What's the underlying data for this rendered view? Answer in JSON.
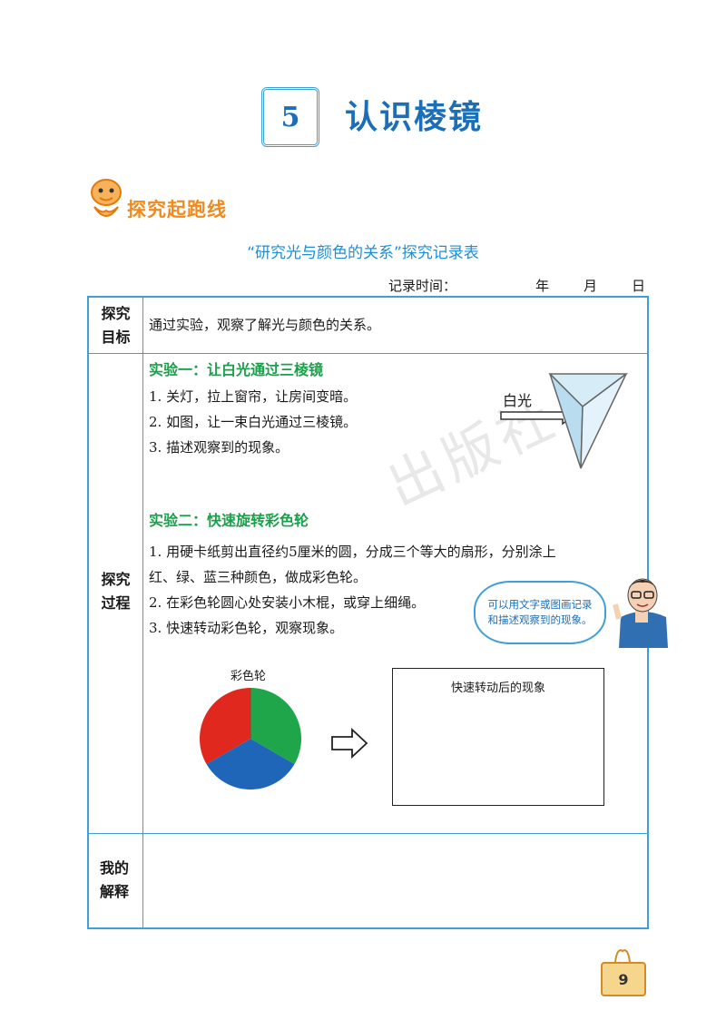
{
  "chapter": {
    "number": "5",
    "title": "认识棱镜"
  },
  "section_label": "探究起跑线",
  "table_title": "“研究光与颜色的关系”探究记录表",
  "record": {
    "label": "记录时间：",
    "year": "年",
    "month": "月",
    "day": "日"
  },
  "rows": {
    "goal": {
      "label1": "探究",
      "label2": "目标",
      "text": "通过实验，观察了解光与颜色的关系。"
    },
    "process": {
      "label1": "探究",
      "label2": "过程",
      "exp1": {
        "title": "实验一：让白光通过三棱镜",
        "steps": [
          "1. 关灯，拉上窗帘，让房间变暗。",
          "2. 如图，让一束白光通过三棱镜。",
          "3. 描述观察到的现象。"
        ],
        "arrow_label": "白光"
      },
      "exp2": {
        "title": "实验二：快速旋转彩色轮",
        "steps": [
          "1. 用硬卡纸剪出直径约5厘米的圆，分成三个等大的扇形，分别涂上",
          "红、绿、蓝三种颜色，做成彩色轮。",
          "2. 在彩色轮圆心处安装小木棍，或穿上细绳。",
          "3. 快速转动彩色轮，观察现象。"
        ],
        "wheel_label": "彩色轮",
        "result_label": "快速转动后的现象",
        "bubble_text": "可以用文字或图画记录和描述观察到的现象。"
      }
    },
    "explain": {
      "label1": "我的",
      "label2": "解释"
    }
  },
  "wheel_colors": {
    "red": "#e0281e",
    "green": "#1fa64a",
    "blue": "#1f66b8"
  },
  "page_number": "9"
}
